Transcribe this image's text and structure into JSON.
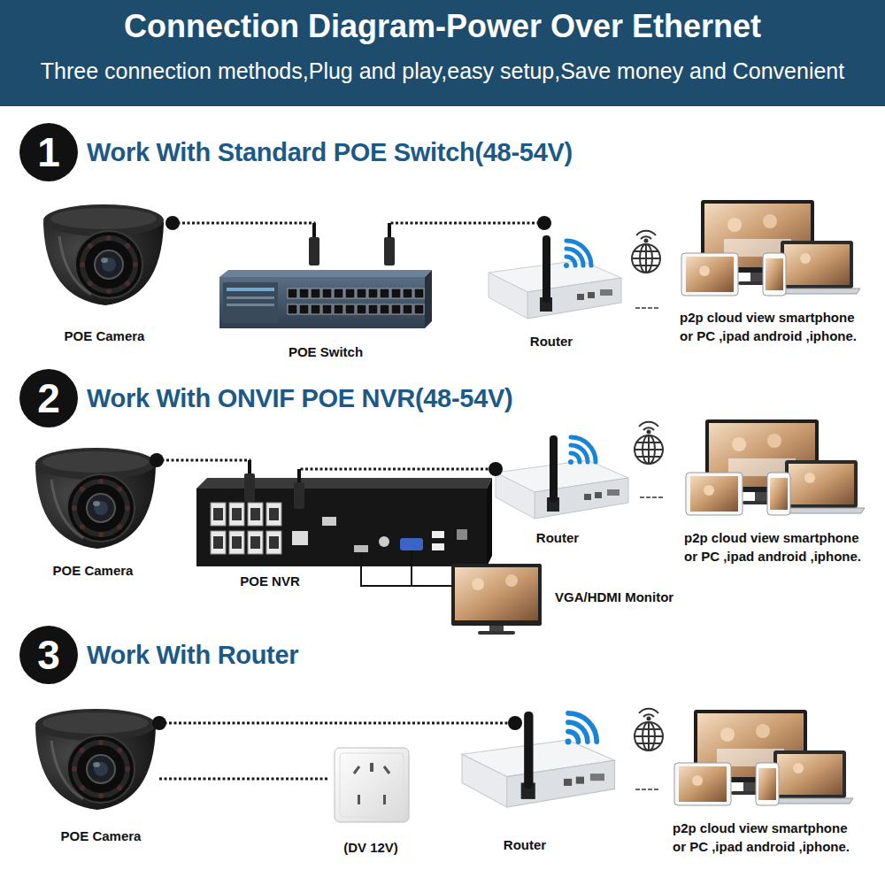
{
  "diagram": {
    "title": "Connection Diagram-Power Over Ethernet",
    "nodes": [
      {
        "text": [
          "1",
          "Work With Standard POE Switch(48-54V)"
        ]
      },
      {
        "text": [
          "POE Camera"
        ]
      },
      {
        "text": [
          "POE Switch"
        ]
      },
      {
        "text": [
          "Router"
        ]
      },
      {
        "text": [
          "p2p cloud view smartphone or PC ,ipad android ,iphone."
        ]
      },
      {
        "text": [
          "2",
          "Work With ONVIF POE NVR(48-54V)"
        ]
      },
      {
        "text": [
          "POE Camera"
        ]
      },
      {
        "text": [
          "POE NVR"
        ]
      },
      {
        "text": [
          "Router"
        ]
      },
      {
        "text": [
          "p2p cloud view smartphone or PC ,ipad android ,iphone."
        ]
      },
      {
        "text": [
          "VGA/HDMI Monitor"
        ]
      },
      {
        "text": [
          "3",
          "Work With Router"
        ]
      },
      {
        "text": [
          "POE Camera"
        ]
      },
      {
        "text": [
          "(DV 12V)"
        ]
      },
      {
        "text": [
          "Router"
        ]
      },
      {
        "text": [
          "p2p cloud view smartphone or PC ,ipad android ,iphone."
        ]
      }
    ],
    "edges": [
      {
        "from": 1,
        "to": 2,
        "arrow": "none"
      },
      {
        "from": 2,
        "to": 3,
        "arrow": "none"
      },
      {
        "from": 3,
        "to": 4,
        "arrow": "none"
      },
      {
        "from": 6,
        "to": 7,
        "arrow": "none"
      },
      {
        "from": 7,
        "to": 8,
        "arrow": "none"
      },
      {
        "from": 8,
        "to": 9,
        "arrow": "none"
      },
      {
        "from": 7,
        "to": 10,
        "arrow": "none"
      },
      {
        "from": 12,
        "to": 14,
        "arrow": "none"
      },
      {
        "from": 12,
        "to": 13,
        "arrow": "none"
      },
      {
        "from": 14,
        "to": 15,
        "arrow": "none"
      }
    ],
    "labels": [
      "Three connection methods,Plug and play,easy setup,Save money and Convenient"
    ]
  }
}
